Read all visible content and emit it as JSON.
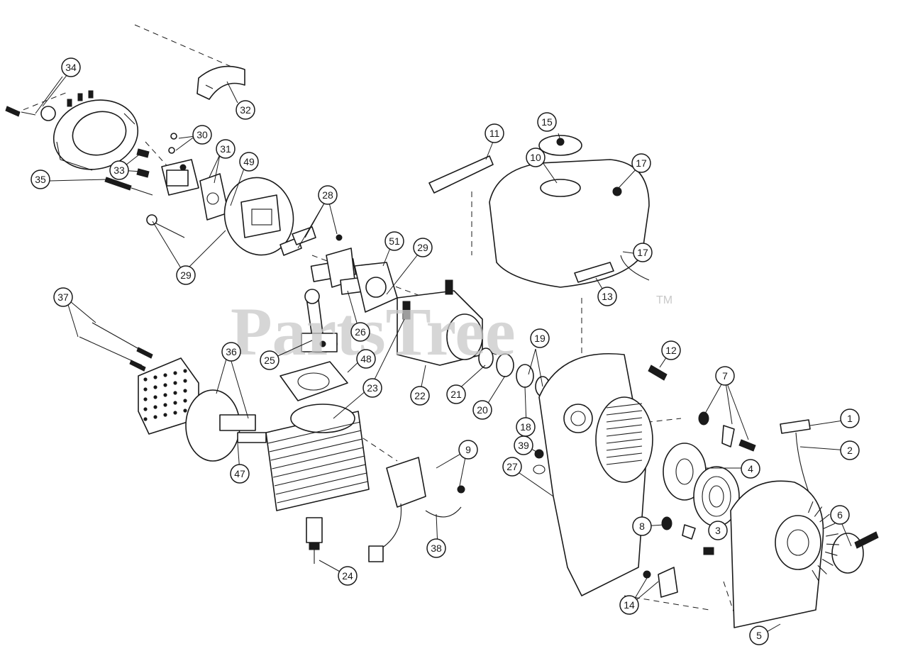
{
  "watermark": {
    "text": "PartsTree",
    "trademark": "TM"
  },
  "callouts": [
    "34",
    "32",
    "30",
    "31",
    "49",
    "33",
    "35",
    "29",
    "28",
    "51",
    "29",
    "26",
    "11",
    "15",
    "10",
    "17",
    "17",
    "13",
    "37",
    "36",
    "25",
    "48",
    "23",
    "22",
    "21",
    "19",
    "20",
    "18",
    "12",
    "7",
    "1",
    "2",
    "47",
    "9",
    "39",
    "27",
    "4",
    "6",
    "8",
    "3",
    "38",
    "24",
    "14",
    "5"
  ]
}
